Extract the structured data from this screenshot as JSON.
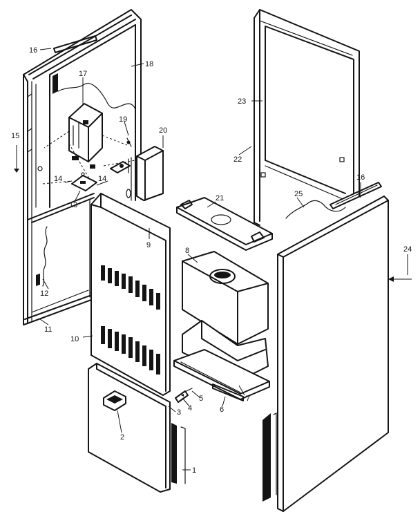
{
  "diagram": {
    "callouts": [
      {
        "id": "c1",
        "text": "1"
      },
      {
        "id": "c2",
        "text": "2"
      },
      {
        "id": "c3",
        "text": "3"
      },
      {
        "id": "c4",
        "text": "4"
      },
      {
        "id": "c5",
        "text": "5"
      },
      {
        "id": "c6",
        "text": "6"
      },
      {
        "id": "c7",
        "text": "7"
      },
      {
        "id": "c8",
        "text": "8"
      },
      {
        "id": "c9",
        "text": "9"
      },
      {
        "id": "c10",
        "text": "10"
      },
      {
        "id": "c11",
        "text": "11"
      },
      {
        "id": "c12",
        "text": "12"
      },
      {
        "id": "c13",
        "text": "13"
      },
      {
        "id": "c14a",
        "text": "14"
      },
      {
        "id": "c14b",
        "text": "14"
      },
      {
        "id": "c15",
        "text": "15"
      },
      {
        "id": "c16a",
        "text": "16"
      },
      {
        "id": "c16b",
        "text": "16"
      },
      {
        "id": "c17",
        "text": "17"
      },
      {
        "id": "c18",
        "text": "18"
      },
      {
        "id": "c19",
        "text": "19"
      },
      {
        "id": "c20",
        "text": "20"
      },
      {
        "id": "c21",
        "text": "21"
      },
      {
        "id": "c22",
        "text": "22"
      },
      {
        "id": "c23",
        "text": "23"
      },
      {
        "id": "c24",
        "text": "24"
      },
      {
        "id": "c25",
        "text": "25"
      }
    ]
  }
}
